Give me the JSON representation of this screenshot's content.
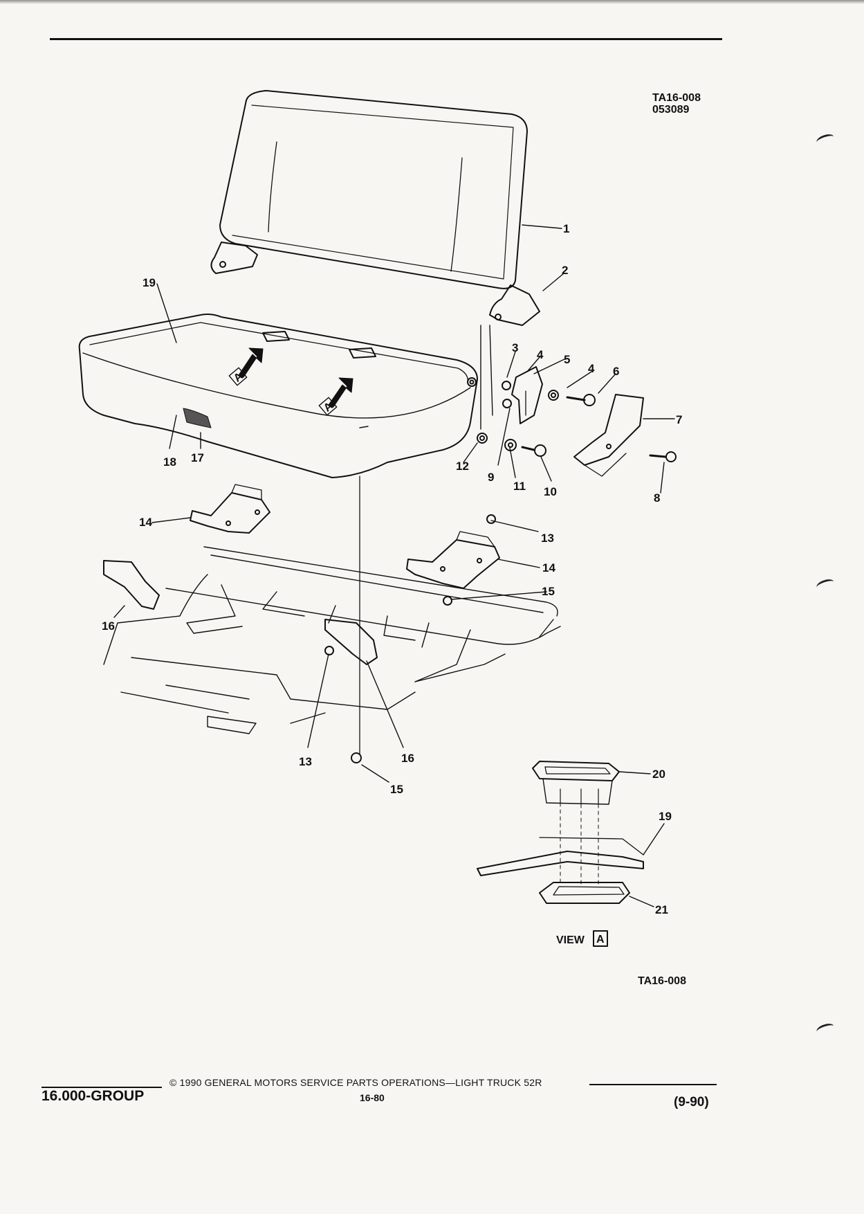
{
  "header": {
    "figure_id": "TA16-008",
    "figure_code": "053089"
  },
  "figure": {
    "callouts": [
      "1",
      "2",
      "3",
      "4",
      "5",
      "4",
      "6",
      "7",
      "8",
      "9",
      "10",
      "11",
      "12",
      "13",
      "13",
      "14",
      "14",
      "15",
      "15",
      "16",
      "16",
      "17",
      "18",
      "19",
      "19",
      "20",
      "21"
    ],
    "view_label": "VIEW",
    "view_letter": "A",
    "arrow_letter": "A",
    "figure_id_bottom": "TA16-008"
  },
  "footer": {
    "group": "16.000-GROUP",
    "copyright_symbol": "©",
    "copyright": "1990  GENERAL MOTORS SERVICE PARTS OPERATIONS—LIGHT TRUCK 52R",
    "page": "16-80",
    "date": "(9-90)"
  }
}
